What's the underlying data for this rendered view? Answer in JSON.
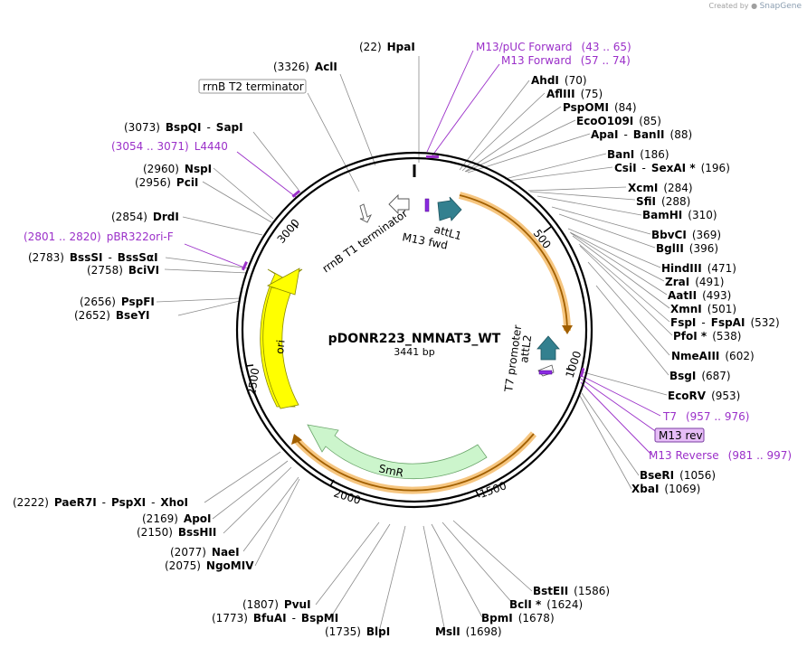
{
  "credit": {
    "prefix": "Created by",
    "brand": "SnapGene"
  },
  "plasmid": {
    "name": "pDONR223_NMNAT3_WT",
    "size": "3441 bp"
  },
  "ticks": [
    "500",
    "1000",
    "1500",
    "2000",
    "2500",
    "3000"
  ],
  "features": {
    "attL1": "attL1",
    "m13fwd": "M13 fwd",
    "attL2": "attL2",
    "t7promoter": "T7 promoter",
    "smr": "SmR",
    "ori": "ori",
    "rrnb_t1": "rrnB T1 terminator",
    "rrnb_t2": "rrnB T2 terminator"
  },
  "primers": {
    "m13puc": {
      "name": "M13/pUC Forward",
      "range": "(43 .. 65)"
    },
    "m13fwd": {
      "name": "M13 Forward",
      "range": "(57 .. 74)"
    },
    "l4440": {
      "range": "(3054 .. 3071)",
      "name": "L4440"
    },
    "pbr322": {
      "range": "(2801 .. 2820)",
      "name": "pBR322ori-F"
    },
    "t7": {
      "name": "T7",
      "range": "(957 .. 976)"
    },
    "m13rev": {
      "name": "M13 rev"
    },
    "m13reverse": {
      "name": "M13 Reverse",
      "range": "(981 .. 997)"
    }
  },
  "sites": {
    "hpai": {
      "pos": "(22)",
      "name": "HpaI"
    },
    "acli": {
      "pos": "(3326)",
      "name": "AclI"
    },
    "bspqi": {
      "pos": "(3073)",
      "name": "BspQI",
      "alt": "SapI"
    },
    "nspi": {
      "pos": "(2960)",
      "name": "NspI"
    },
    "pcii": {
      "pos": "(2956)",
      "name": "PciI"
    },
    "drdi": {
      "pos": "(2854)",
      "name": "DrdI"
    },
    "bsssi": {
      "pos": "(2783)",
      "name": "BssSI",
      "alt": "BssSαI"
    },
    "bcivi": {
      "pos": "(2758)",
      "name": "BciVI"
    },
    "pspfi": {
      "pos": "(2656)",
      "name": "PspFI"
    },
    "bseyi": {
      "pos": "(2652)",
      "name": "BseYI"
    },
    "paer7i": {
      "pos": "(2222)",
      "name": "PaeR7I",
      "alt": "PspXI",
      "alt2": "XhoI"
    },
    "apoi": {
      "pos": "(2169)",
      "name": "ApoI"
    },
    "bsshii": {
      "pos": "(2150)",
      "name": "BssHII"
    },
    "naei": {
      "pos": "(2077)",
      "name": "NaeI"
    },
    "ngomiv": {
      "pos": "(2075)",
      "name": "NgoMIV"
    },
    "pvui": {
      "pos": "(1807)",
      "name": "PvuI"
    },
    "bfuai": {
      "pos": "(1773)",
      "name": "BfuAI",
      "alt": "BspMI"
    },
    "blpi": {
      "pos": "(1735)",
      "name": "BlpI"
    },
    "msli": {
      "name": "MslI",
      "pos": "(1698)"
    },
    "bpmi": {
      "name": "BpmI",
      "pos": "(1678)"
    },
    "bcli": {
      "name": "BclI *",
      "pos": "(1624)"
    },
    "bsteii": {
      "name": "BstEII",
      "pos": "(1586)"
    },
    "ahdi": {
      "name": "AhdI",
      "pos": "(70)"
    },
    "afliii": {
      "name": "AflIII",
      "pos": "(75)"
    },
    "pspomi": {
      "name": "PspOMI",
      "pos": "(84)"
    },
    "eco0109i": {
      "name": "EcoO109I",
      "pos": "(85)"
    },
    "apai": {
      "name": "ApaI",
      "alt": "BanII",
      "pos": "(88)"
    },
    "bani": {
      "name": "BanI",
      "pos": "(186)"
    },
    "csii": {
      "name": "CsiI",
      "alt": "SexAI *",
      "pos": "(196)"
    },
    "xcmi": {
      "name": "XcmI",
      "pos": "(284)"
    },
    "sfii": {
      "name": "SfiI",
      "pos": "(288)"
    },
    "bamhi": {
      "name": "BamHI",
      "pos": "(310)"
    },
    "bbvci": {
      "name": "BbvCI",
      "pos": "(369)"
    },
    "bglii": {
      "name": "BglII",
      "pos": "(396)"
    },
    "hindiii": {
      "name": "HindIII",
      "pos": "(471)"
    },
    "zrai": {
      "name": "ZraI",
      "pos": "(491)"
    },
    "aatii": {
      "name": "AatII",
      "pos": "(493)"
    },
    "xmni": {
      "name": "XmnI",
      "pos": "(501)"
    },
    "fspi": {
      "name": "FspI",
      "alt": "FspAI",
      "pos": "(532)"
    },
    "pfoi": {
      "name": "PfoI *",
      "pos": "(538)"
    },
    "nmeaiii": {
      "name": "NmeAIII",
      "pos": "(602)"
    },
    "bsgi": {
      "name": "BsgI",
      "pos": "(687)"
    },
    "ecorv": {
      "name": "EcoRV",
      "pos": "(953)"
    },
    "bseri": {
      "name": "BseRI",
      "pos": "(1056)"
    },
    "xbai": {
      "name": "XbaI",
      "pos": "(1069)"
    }
  }
}
